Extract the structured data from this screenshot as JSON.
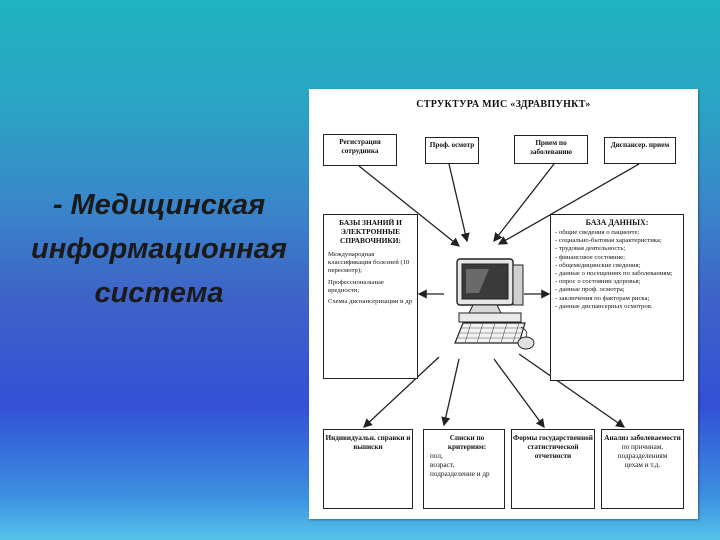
{
  "slide": {
    "title_lines": [
      "- Медицинская",
      "информационная",
      "система"
    ]
  },
  "diagram": {
    "title": "СТРУКТУРА МИС «ЗДРАВПУНКТ»",
    "top_boxes": [
      "Регистрация сотрудника",
      "Проф. осмотр",
      "Прием по заболеванию",
      "Диспансер. прием"
    ],
    "knowledge_base": {
      "heading": "БАЗЫ ЗНАНИЙ И ЭЛЕКТРОННЫЕ СПРАВОЧНИКИ:",
      "items": [
        "Международная классификация болезней (10 пересмотр);",
        "Профессиональные вредности;",
        "Схемы диспансеризации и др"
      ]
    },
    "database": {
      "heading": "БАЗА ДАННЫХ:",
      "items": [
        "- общие сведения о пациенте;",
        "- социально-бытовая характеристика;",
        "- трудовая деятельность;",
        "- финансовое состояние;",
        "- общемедицинские сведения;",
        "- данные о посещениях по заболеваниям;",
        "- опрос о состоянии здоровья;",
        "- данные проф. осмотра;",
        "- заключения по факторам риска;",
        "- данные диспансерных осмотров."
      ]
    },
    "bottom_boxes": [
      {
        "heading": "Индивидуальн. справки и выписки",
        "items": []
      },
      {
        "heading": "Списки по критериям:",
        "items": [
          "пол,",
          "возраст,",
          "подразделение и др"
        ]
      },
      {
        "heading": "Формы государственной статистической отчетности",
        "items": []
      },
      {
        "heading": "Анализ заболеваемости",
        "items": [
          "по причинам,",
          "подразделениям",
          "цехам и т.д."
        ]
      }
    ]
  }
}
